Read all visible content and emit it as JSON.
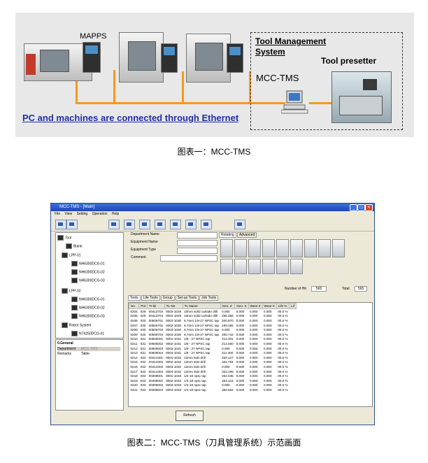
{
  "figure1": {
    "mapps_label": "MAPPS",
    "tool_management_system": "Tool Management System",
    "tool_presetter": "Tool presetter",
    "mcc_tms": "MCC-TMS",
    "ethernet_caption": "PC and machines are connected through Ethernet",
    "colors": {
      "ethernet": "#f39a1c",
      "caption": "#1d2fa8"
    }
  },
  "caption1": "图表一：MCC-TMS",
  "window": {
    "title": "MCC-TMS - [Main]",
    "menu": [
      "File",
      "View",
      "Setting",
      "Operation",
      "Help"
    ],
    "tree": {
      "root": "Tool",
      "items": [
        "Blank",
        "LPP-01",
        "NH6300DCG-01",
        "NH6300DCG-02",
        "NH6300DCG-03",
        "LPP-02",
        "NH6300DCG-01",
        "NH6300DCG-02",
        "NH6300DCG-03",
        "Robot System",
        "NT4250DCG-01"
      ]
    },
    "general": {
      "header": "0.General",
      "rows": [
        [
          "Department",
          "MCC-TMS"
        ],
        [
          "Remarks",
          "Table"
        ]
      ]
    },
    "info": {
      "department": "Department Name",
      "equipment": "Equipment Name",
      "equipment_type": "Equipment Type",
      "comment": "Comment"
    },
    "right_tabs": [
      "Rotating",
      "Advanced"
    ],
    "hits_label": "Number of Hit",
    "hits_value": "565",
    "total_label": "Total",
    "total_value": "565",
    "subtabs": [
      "Tools",
      "Life Tools",
      "Group",
      "Set up Tools",
      "Job Tools"
    ],
    "columns": [
      "No",
      "Pot",
      "TI-ID",
      "TL-No",
      "TL-Name",
      "Geo. Z",
      "Geo. X",
      "Wear Z",
      "Wear X",
      "Life %",
      "Lif"
    ],
    "rows": [
      [
        "0204",
        "029",
        "00413703",
        "0003-1029",
        "10mm solid carbide drill",
        "0.000",
        "0.000",
        "0.000",
        "0.000",
        "00.0 %"
      ],
      [
        "0205",
        "029",
        "00413704",
        "0004-1029",
        "10mm solid carbide drill",
        "295.355",
        "0.000",
        "0.000",
        "0.000",
        "00.0 %"
      ],
      [
        "0206",
        "030",
        "00509701",
        "0001-1030",
        "8.7mm 1/8-27 NPSC tap",
        "200.870",
        "0.000",
        "0.000",
        "0.000",
        "00.0 %"
      ],
      [
        "0207",
        "030",
        "00509702",
        "0002-1030",
        "8.7mm 1/8-27 NPSC tap",
        "199.355",
        "0.000",
        "0.000",
        "0.000",
        "00.0 %"
      ],
      [
        "0208",
        "030",
        "00509703",
        "0003-1030",
        "8.7mm 1/8-27 NPSC tap",
        "0.000",
        "0.000",
        "0.000",
        "0.000",
        "00.0 %"
      ],
      [
        "0209",
        "030",
        "00509704",
        "0004-1030",
        "8.7mm 1/8-27 NPSC tap",
        "200.742",
        "0.000",
        "0.000",
        "0.000",
        "00.0 %"
      ],
      [
        "0210",
        "031",
        "00606001",
        "0001-1031",
        "1/8 - 27 NPSC tap",
        "212.301",
        "0.000",
        "0.000",
        "0.000",
        "00.0 %"
      ],
      [
        "0211",
        "031",
        "00606002",
        "0002-1031",
        "1/8 - 27 NPSC tap",
        "212.560",
        "0.000",
        "0.000",
        "0.000",
        "00.0 %"
      ],
      [
        "0212",
        "031",
        "00606003",
        "0003-1031",
        "1/8 - 27 NPSC tap",
        "0.000",
        "0.000",
        "0.000",
        "0.000",
        "00.0 %"
      ],
      [
        "0213",
        "031",
        "00606004",
        "0004-1031",
        "1/8 - 27 NPSC tap",
        "211.400",
        "0.000",
        "0.000",
        "0.000",
        "00.0 %"
      ],
      [
        "0214",
        "032",
        "00414301",
        "0001-1032",
        "12mm 8xD drill",
        "333.127",
        "0.000",
        "0.000",
        "0.000",
        "00.0 %"
      ],
      [
        "0215",
        "032",
        "00414302",
        "0002-1032",
        "12mm 8xD drill",
        "332.784",
        "0.000",
        "0.000",
        "0.000",
        "00.0 %"
      ],
      [
        "0216",
        "032",
        "00414303",
        "0003-1032",
        "12mm 8xD drill",
        "0.000",
        "0.000",
        "0.000",
        "0.000",
        "00.0 %"
      ],
      [
        "0217",
        "032",
        "00414304",
        "0004-1032",
        "12mm 8xD drill",
        "333.195",
        "0.000",
        "0.000",
        "0.000",
        "00.0 %"
      ],
      [
        "0218",
        "033",
        "00308001",
        "0001-1033",
        "1/4-18 npsc tap",
        "262.045",
        "0.000",
        "0.000",
        "0.000",
        "00.0 %"
      ],
      [
        "0219",
        "033",
        "00308002",
        "0002-1033",
        "1/4-18 npsc tap",
        "262.115",
        "0.000",
        "0.000",
        "0.000",
        "00.0 %"
      ],
      [
        "0220",
        "033",
        "00308003",
        "0003-1033",
        "1/4-18 npsc tap",
        "0.000",
        "0.000",
        "0.000",
        "0.000",
        "00.0 %"
      ],
      [
        "0221",
        "033",
        "00308004",
        "0004-1033",
        "1/4-18 npsc tap",
        "260.552",
        "0.000",
        "0.000",
        "0.000",
        "00.0 %"
      ]
    ],
    "refresh": "Refresh"
  },
  "caption2": "图表二：MCC-TMS（刀具管理系统）示范画面"
}
